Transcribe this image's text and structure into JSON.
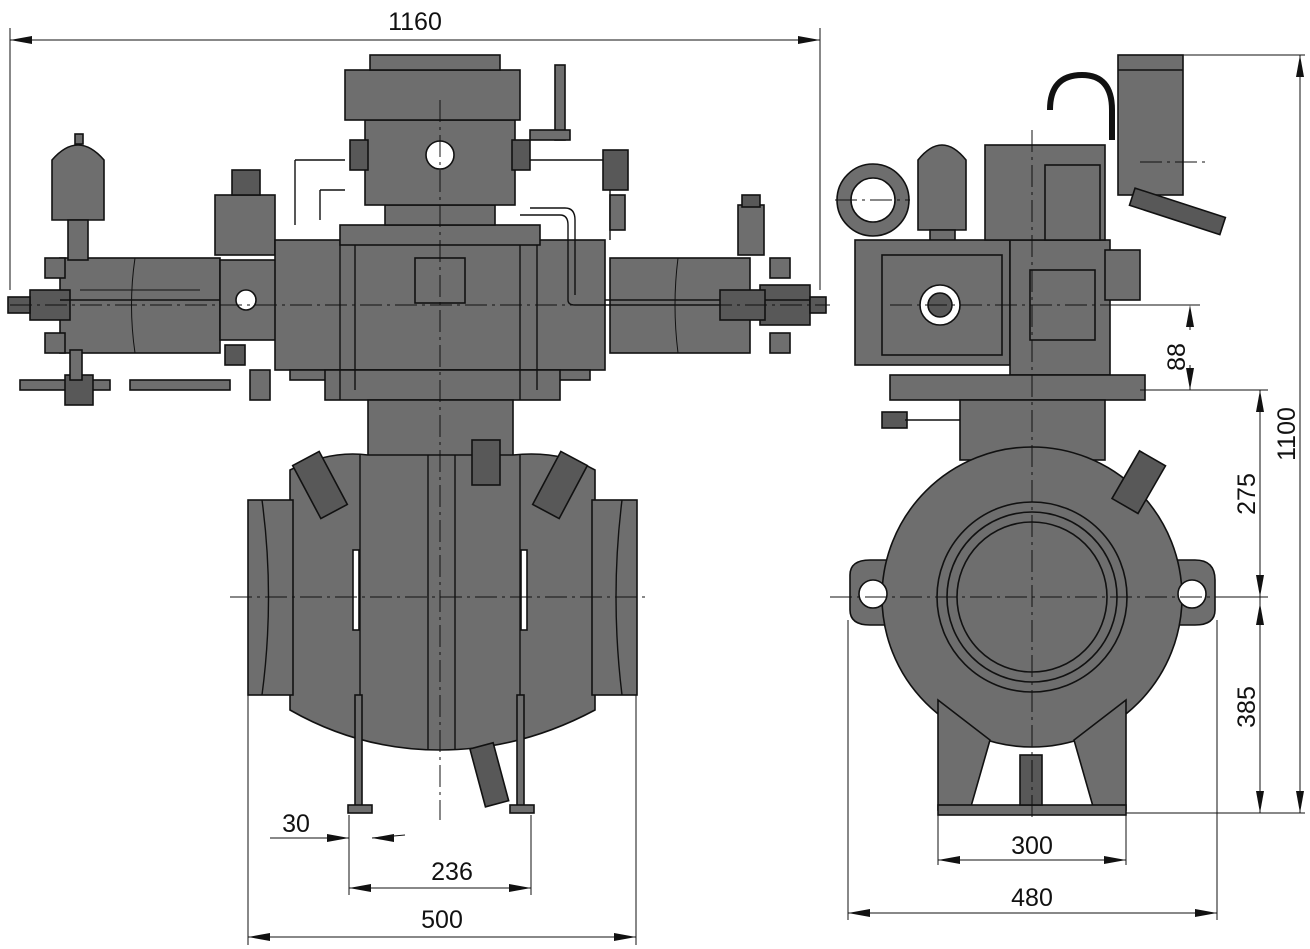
{
  "dimensions": {
    "overall_width": "1160",
    "total_height": "1100",
    "height_88": "88",
    "height_275": "275",
    "height_385": "385",
    "support_width": "30",
    "support_spacing": "236",
    "body_length": "500",
    "base_width": "300",
    "flange_width": "480"
  }
}
